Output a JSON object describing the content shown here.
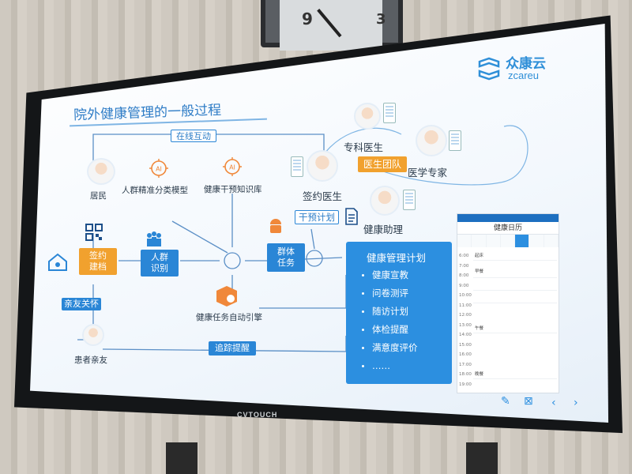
{
  "clock": {
    "n9": "9",
    "n3": "3"
  },
  "monitor": {
    "brand": "CVTOUCH"
  },
  "slide": {
    "logo_cn": "众康云",
    "logo_en": "zcareu",
    "title": "院外健康管理的一般过程",
    "online_interaction": "在线互动",
    "resident": "居民",
    "crowd_model": "人群精准分类模型",
    "knowledge_base": "健康干预知识库",
    "sign_build": "签约\n建档",
    "crowd_identify": "人群\n识别",
    "group_task": "群体\n任务",
    "engine": "健康任务自动引擎",
    "follow_up": "追踪提醒",
    "family_care": "亲友关怀",
    "patient_family": "患者亲友",
    "specialist": "专科医生",
    "doctor_team": "医生团队",
    "expert": "医学专家",
    "signed_doctor": "签约医生",
    "intervention_plan": "干预计划",
    "health_assistant": "健康助理",
    "ai": "AI",
    "plan": {
      "title": "健康管理计划",
      "items": [
        "健康宣教",
        "问卷测评",
        "随访计划",
        "体检提醒",
        "满意度评价",
        "……"
      ]
    },
    "calendar": {
      "header": "健康日历",
      "times": [
        "6:00",
        "7:00",
        "8:00",
        "9:00",
        "10:00",
        "11:00",
        "12:00",
        "13:00",
        "14:00",
        "15:00",
        "16:00",
        "17:00",
        "18:00",
        "19:00"
      ],
      "sections": [
        "起床",
        "早餐",
        "午餐",
        "晚餐"
      ]
    }
  }
}
